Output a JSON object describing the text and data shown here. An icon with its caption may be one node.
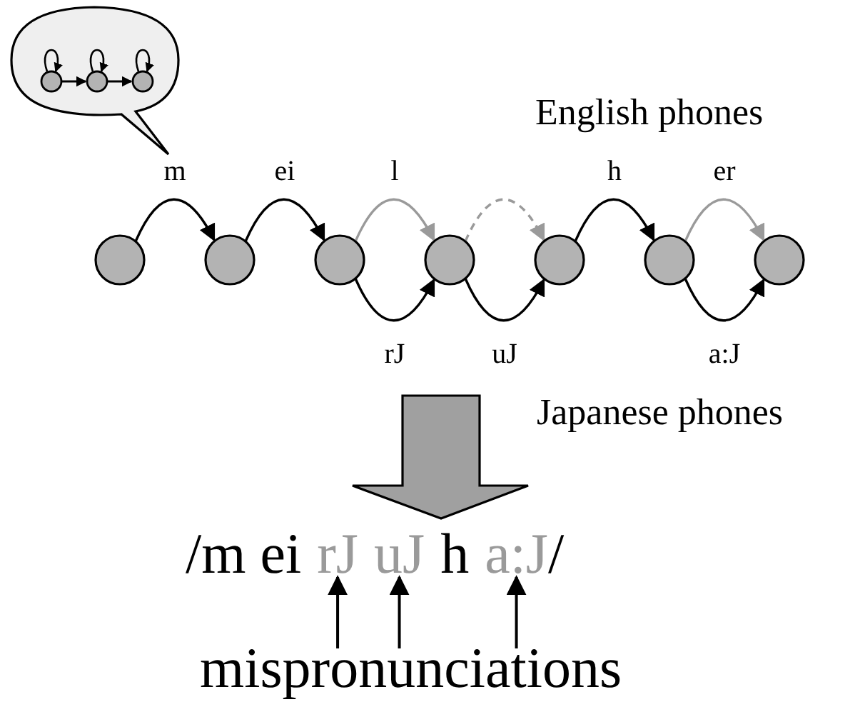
{
  "diagram": {
    "nodes": [
      {
        "text": [],
        "shape": "picture"
      },
      {
        "text": [],
        "shape": "circle"
      },
      {
        "text": [],
        "shape": "circle"
      },
      {
        "text": [],
        "shape": "circle"
      },
      {
        "text": [],
        "shape": "circle"
      },
      {
        "text": [],
        "shape": "circle"
      },
      {
        "text": [],
        "shape": "circle"
      },
      {
        "text": [],
        "shape": "circle"
      },
      {
        "text": [
          "/m ei"
        ]
      },
      {
        "text": [
          "rJ"
        ]
      },
      {
        "text": [
          "uJ"
        ]
      },
      {
        "text": [
          "h"
        ]
      },
      {
        "text": [
          "a:J"
        ]
      },
      {
        "text": [
          "/"
        ]
      },
      {
        "text": [
          "mispronunciations"
        ]
      }
    ],
    "edges": [
      {
        "from": 1,
        "to": 2,
        "arrow": "to",
        "label": "m"
      },
      {
        "from": 2,
        "to": 3,
        "arrow": "to",
        "label": "ei"
      },
      {
        "from": 3,
        "to": 4,
        "arrow": "to",
        "label": "l",
        "color": "#9a9a9a"
      },
      {
        "from": 4,
        "to": 5,
        "arrow": "to",
        "style": "dashed",
        "color": "#9a9a9a"
      },
      {
        "from": 5,
        "to": 6,
        "arrow": "to",
        "label": "h"
      },
      {
        "from": 6,
        "to": 7,
        "arrow": "to",
        "label": "er",
        "color": "#9a9a9a"
      },
      {
        "from": 3,
        "to": 4,
        "arrow": "to",
        "label": "rJ"
      },
      {
        "from": 4,
        "to": 5,
        "arrow": "to",
        "label": "uJ"
      },
      {
        "from": 6,
        "to": 7,
        "arrow": "to",
        "label": "a:J"
      },
      {
        "from": 14,
        "to": 9,
        "arrow": "to"
      },
      {
        "from": 14,
        "to": 10,
        "arrow": "to"
      },
      {
        "from": 14,
        "to": 12,
        "arrow": "to"
      }
    ],
    "labels": [
      "English phones",
      "Japanese phones"
    ]
  }
}
